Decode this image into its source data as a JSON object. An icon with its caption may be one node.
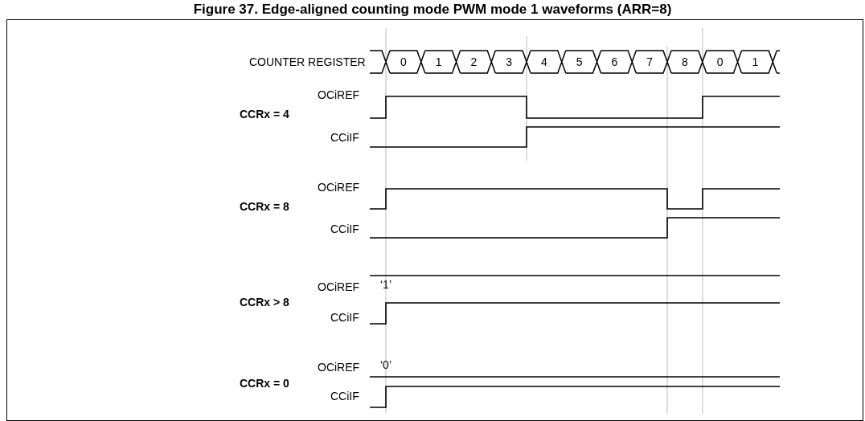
{
  "diagram": {
    "title": "Figure 37. Edge-aligned counting mode PWM mode 1 waveforms (ARR=8)",
    "labels": [
      "COUNTER REGISTER",
      "0",
      "1",
      "2",
      "3",
      "4",
      "5",
      "6",
      "7",
      "8",
      "0",
      "1",
      "OCiREF",
      "CCRx = 4",
      "CCiIF",
      "OCiREF",
      "CCRx = 8",
      "CCiIF",
      "OCiREF",
      "‘1’",
      "CCRx > 8",
      "CCiIF",
      "OCiREF",
      "‘0’",
      "CCRx = 0",
      "CCiIF"
    ]
  }
}
